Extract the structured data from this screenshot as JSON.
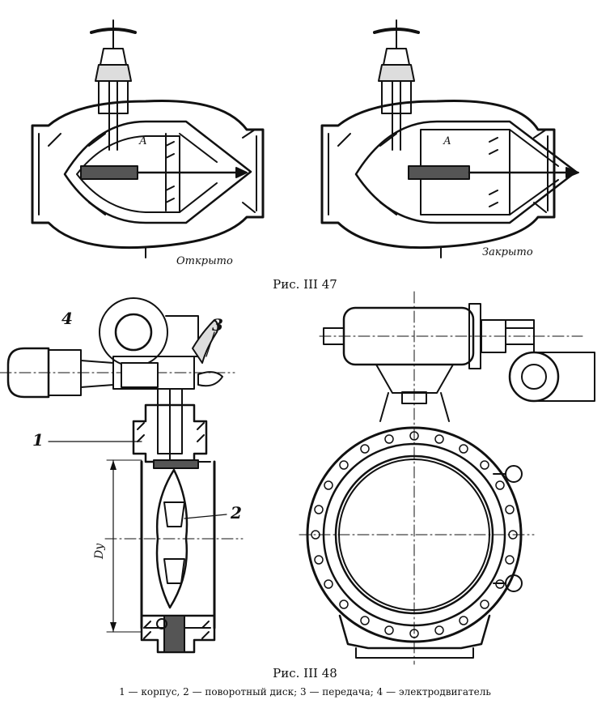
{
  "fig47": {
    "state_open": "Открыто",
    "state_closed": "Закрыто",
    "chamber_label": "А",
    "caption": "Рис. III 47"
  },
  "fig48": {
    "callouts": [
      "1",
      "2",
      "3",
      "4"
    ],
    "dim_label": "Dу",
    "caption": "Рис. III 48",
    "legend": "1 — корпус, 2 — поворотный диск; 3 — передача; 4 — электродвигатель"
  }
}
